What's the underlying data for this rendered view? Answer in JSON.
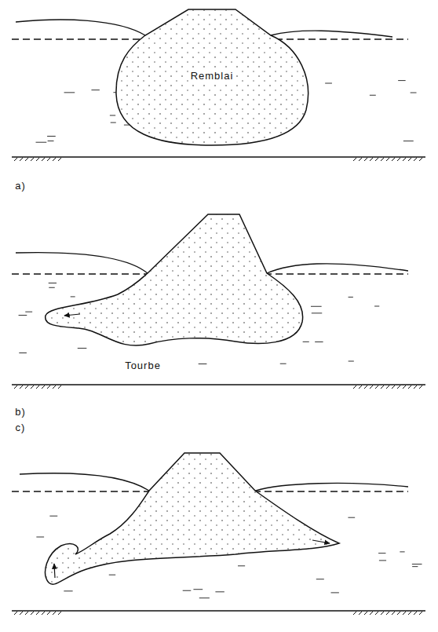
{
  "diagram": {
    "nodes": [
      {
        "text": [
          "Remblai"
        ]
      }
    ],
    "labels": [
      "Tourbe",
      "a)",
      "b)",
      "c)"
    ]
  }
}
